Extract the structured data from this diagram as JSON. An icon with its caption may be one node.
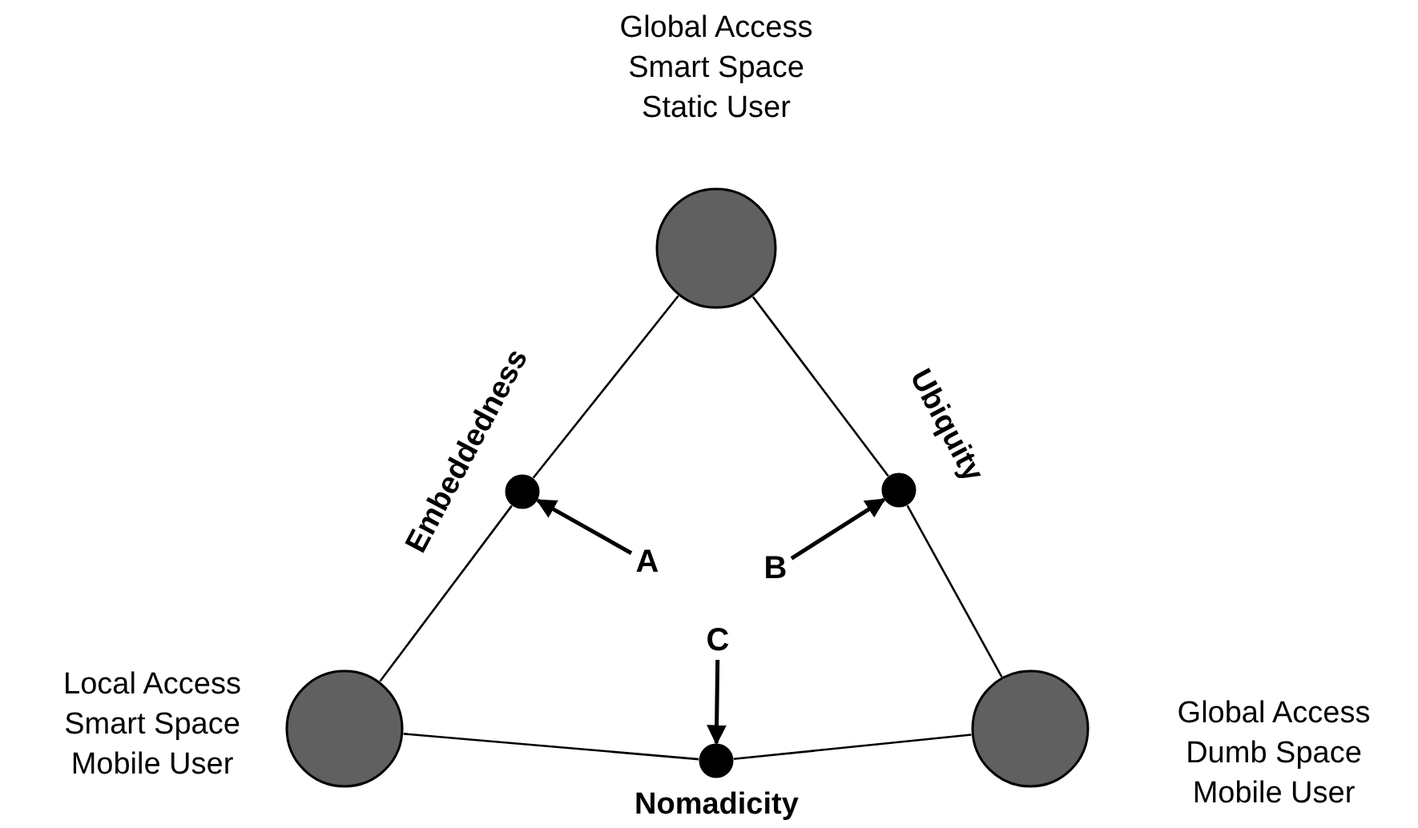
{
  "diagram": {
    "nodes": [
      {
        "text": [
          "Global Access Smart Space Static User"
        ]
      },
      {
        "text": [
          "Local Access Smart Space Mobile User"
        ]
      },
      {
        "text": [
          "Global Access Dumb Space Mobile User"
        ]
      },
      {
        "text": [],
        "shape": "circle"
      },
      {
        "text": [],
        "shape": "circle"
      },
      {
        "text": [],
        "shape": "circle"
      },
      {
        "text": [
          "A"
        ]
      },
      {
        "text": [
          "B"
        ]
      },
      {
        "text": [
          "C"
        ]
      }
    ],
    "edges": [
      {
        "from": 0,
        "to": 3,
        "arrow": "none"
      },
      {
        "from": 3,
        "to": 1,
        "arrow": "none",
        "label": "Embeddedness"
      },
      {
        "from": 0,
        "to": 4,
        "arrow": "none",
        "label": "Ubiquity"
      },
      {
        "from": 4,
        "to": 2,
        "arrow": "none"
      },
      {
        "from": 1,
        "to": 5,
        "arrow": "none",
        "label": "Nomadicity"
      },
      {
        "from": 5,
        "to": 2,
        "arrow": "none"
      },
      {
        "from": 6,
        "to": 3,
        "arrow": "to"
      },
      {
        "from": 7,
        "to": 4,
        "arrow": "to"
      },
      {
        "from": 8,
        "to": 5,
        "arrow": "to"
      }
    ]
  }
}
